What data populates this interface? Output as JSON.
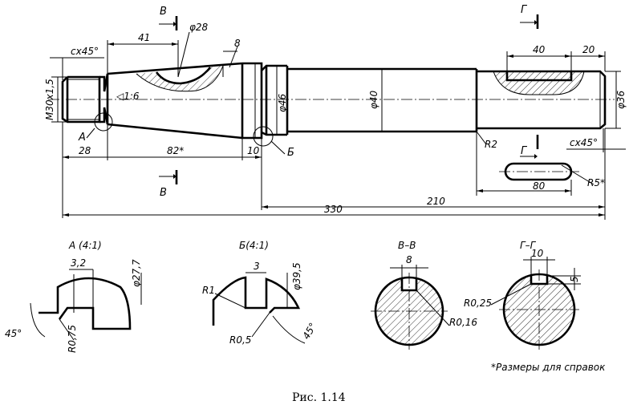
{
  "caption": "Рис. 1.14",
  "footnote": "*Размеры для справок",
  "section_marks": {
    "v_top": "В",
    "v_bottom": "В",
    "g_top": "Г",
    "g_bottom": "Г"
  },
  "labels": {
    "callout_a": "А",
    "callout_b": "Б"
  },
  "dimensions": {
    "chamfer_left": "cx45°",
    "chamfer_right": "cx45°",
    "thread": "M30x1,5",
    "taper": "◁1:6",
    "dim_41": "41",
    "dia_28": "φ28",
    "dim_8_key": "8",
    "dia_46": "φ46",
    "dia_40": "φ40",
    "dia_36": "φ36",
    "dim_40_key": "40",
    "dim_20": "20",
    "dim_28": "28",
    "dim_82": "82*",
    "dim_10": "10",
    "r2": "R2",
    "r5": "R5*",
    "dim_80": "80",
    "dim_210": "210",
    "dim_330": "330"
  },
  "details": {
    "a_title": "А (4:1)",
    "a_3_2": "3,2",
    "a_dia": "φ27,7",
    "a_45": "45°",
    "a_r": "R0,75",
    "b_title": "Б(4:1)",
    "b_3": "3",
    "b_dia": "φ39,5",
    "b_r1": "R1",
    "b_r05": "R0,5",
    "b_45": "45°",
    "vv_title": "В–В",
    "vv_8": "8",
    "vv_r": "R0,16",
    "gg_title": "Г–Г",
    "gg_10": "10",
    "gg_5": "5",
    "gg_r": "R0,25"
  }
}
